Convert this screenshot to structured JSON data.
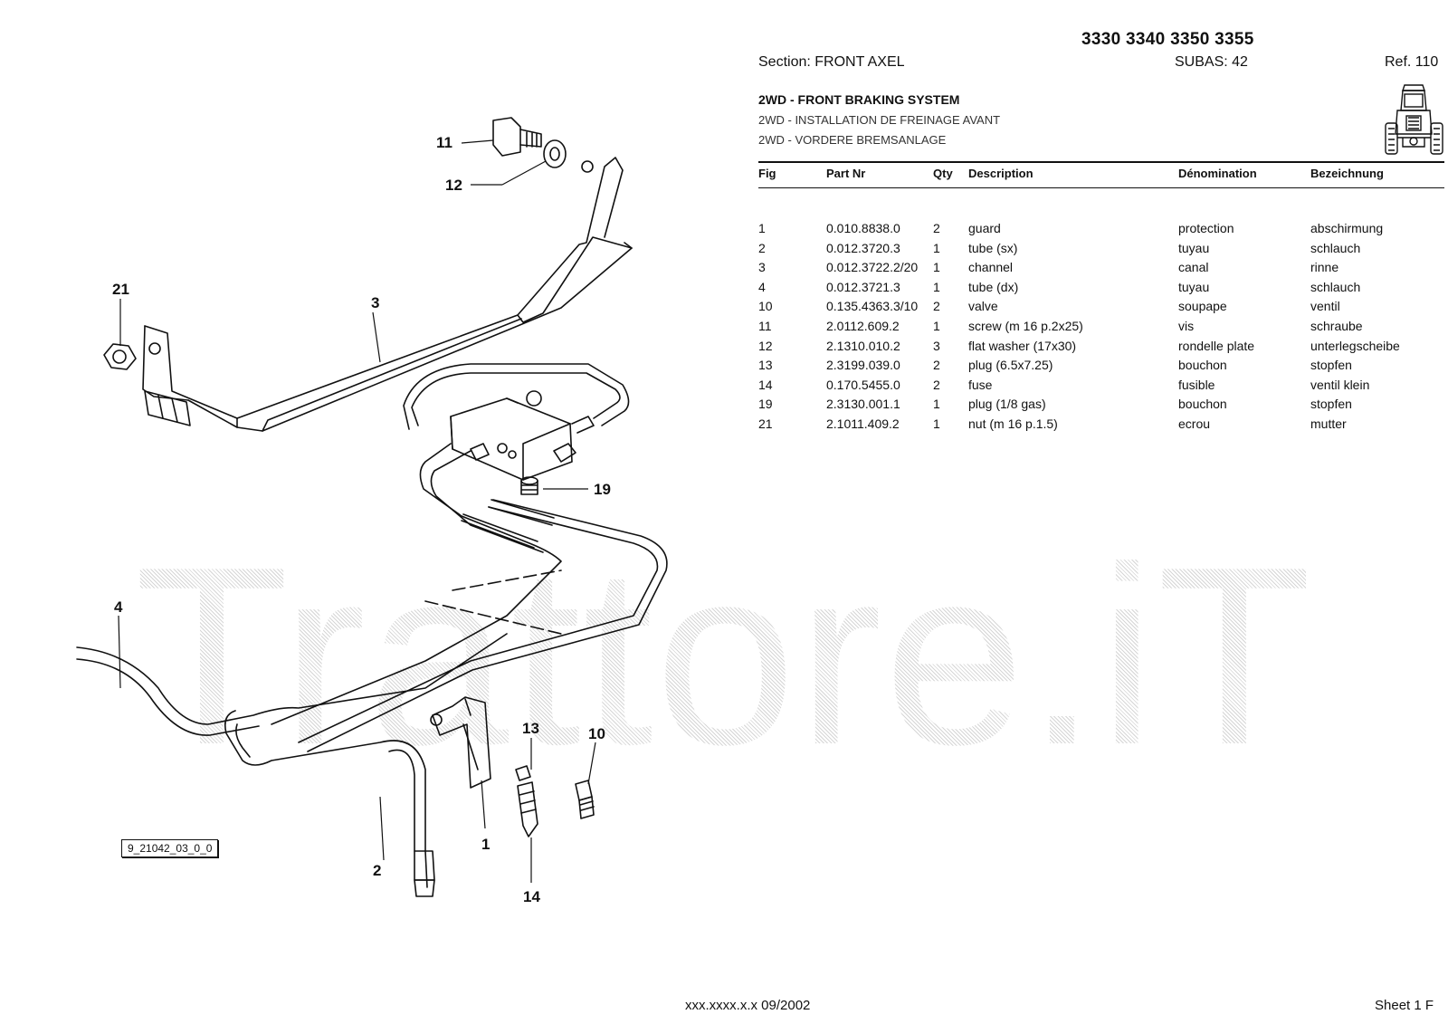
{
  "header": {
    "models": "3330 3340 3350 3355",
    "section": "Section: FRONT AXEL",
    "subas": "SUBAS: 42",
    "ref": "Ref. 110",
    "title_en": "2WD - FRONT BRAKING SYSTEM",
    "title_fr": "2WD - INSTALLATION DE FREINAGE AVANT",
    "title_de": "2WD - VORDERE BREMSANLAGE"
  },
  "table": {
    "headers": {
      "fig": "Fig",
      "part": "Part Nr",
      "qty": "Qty",
      "desc": "Description",
      "den": "Dénomination",
      "bez": "Bezeichnung"
    },
    "rows": [
      {
        "fig": "1",
        "part": "0.010.8838.0",
        "qty": "2",
        "desc": "guard",
        "den": "protection",
        "bez": "abschirmung"
      },
      {
        "fig": "2",
        "part": "0.012.3720.3",
        "qty": "1",
        "desc": "tube (sx)",
        "den": "tuyau",
        "bez": "schlauch"
      },
      {
        "fig": "3",
        "part": "0.012.3722.2/20",
        "qty": "1",
        "desc": "channel",
        "den": "canal",
        "bez": "rinne"
      },
      {
        "fig": "4",
        "part": "0.012.3721.3",
        "qty": "1",
        "desc": "tube (dx)",
        "den": "tuyau",
        "bez": "schlauch"
      },
      {
        "fig": "10",
        "part": "0.135.4363.3/10",
        "qty": "2",
        "desc": "valve",
        "den": "soupape",
        "bez": "ventil"
      },
      {
        "fig": "11",
        "part": "2.0112.609.2",
        "qty": "1",
        "desc": "screw (m 16 p.2x25)",
        "den": "vis",
        "bez": "schraube"
      },
      {
        "fig": "12",
        "part": "2.1310.010.2",
        "qty": "3",
        "desc": "flat washer (17x30)",
        "den": "rondelle plate",
        "bez": "unterlegscheibe"
      },
      {
        "fig": "13",
        "part": "2.3199.039.0",
        "qty": "2",
        "desc": "plug (6.5x7.25)",
        "den": "bouchon",
        "bez": "stopfen"
      },
      {
        "fig": "14",
        "part": "0.170.5455.0",
        "qty": "2",
        "desc": "fuse",
        "den": "fusible",
        "bez": "ventil klein"
      },
      {
        "fig": "19",
        "part": "2.3130.001.1",
        "qty": "1",
        "desc": "plug (1/8 gas)",
        "den": "bouchon",
        "bez": "stopfen"
      },
      {
        "fig": "21",
        "part": "2.1011.409.2",
        "qty": "1",
        "desc": "nut (m 16 p.1.5)",
        "den": "ecrou",
        "bez": "mutter"
      }
    ]
  },
  "diagram": {
    "figure_code": "9_21042_03_0_0",
    "callouts": [
      "11",
      "12",
      "21",
      "3",
      "19",
      "4",
      "13",
      "10",
      "1",
      "2",
      "14"
    ]
  },
  "watermark": "Trattore.iT",
  "footer": {
    "code": "xxx.xxxx.x.x  09/2002",
    "sheet": "Sheet 1 F"
  }
}
